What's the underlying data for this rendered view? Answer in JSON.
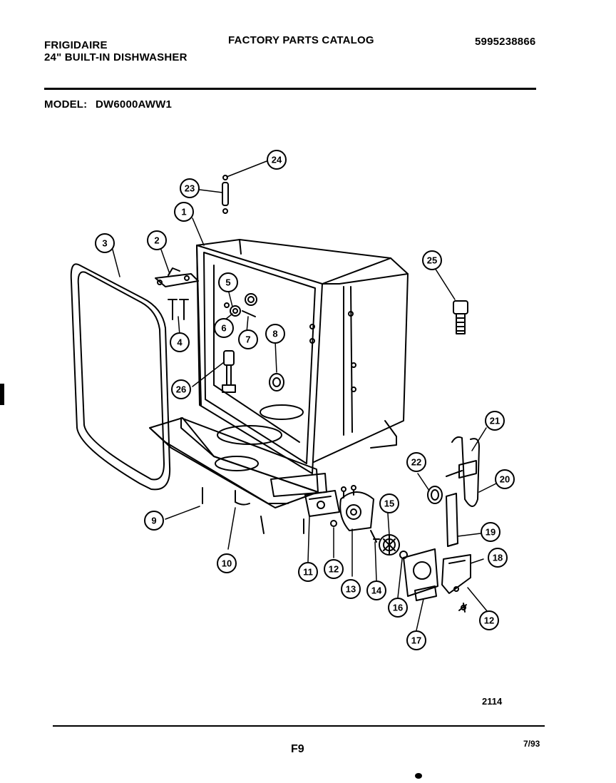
{
  "header": {
    "brand": "FRIGIDAIRE",
    "product": "24\" BUILT-IN DISHWASHER",
    "catalog_title": "FACTORY PARTS CATALOG",
    "catalog_number": "5995238866"
  },
  "model": {
    "label": "MODEL:",
    "value": "DW6000AWW1"
  },
  "diagram": {
    "drawing_number": "2114",
    "callouts": [
      "1",
      "2",
      "3",
      "4",
      "5",
      "6",
      "7",
      "8",
      "9",
      "10",
      "11",
      "12",
      "12",
      "13",
      "14",
      "15",
      "16",
      "17",
      "18",
      "19",
      "20",
      "21",
      "22",
      "23",
      "24",
      "25",
      "26"
    ]
  },
  "footer": {
    "page": "F9",
    "date": "7/93"
  }
}
